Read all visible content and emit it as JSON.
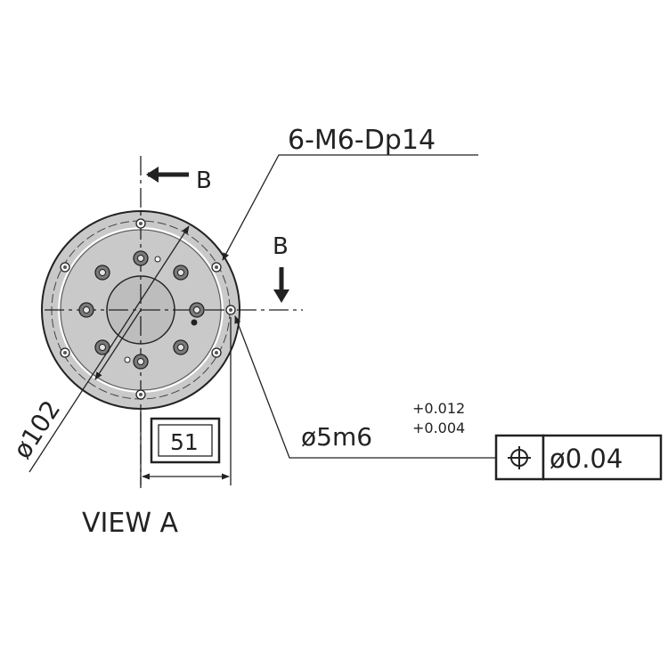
{
  "labels": {
    "thread_callout": "6-M6-Dp14",
    "section_marker_top": "B",
    "section_marker_right": "B",
    "diameter_outer": "ø102",
    "pin_diameter": "ø5m6",
    "tolerance_upper": "+0.012",
    "tolerance_lower": "+0.004",
    "basic_dimension": "51",
    "position_tolerance": "ø0.04",
    "view_title": "VIEW A"
  },
  "icons": {
    "position_symbol": "position-tolerance-icon"
  },
  "colors": {
    "line": "#222222",
    "flange_fill": "#c9c9c9",
    "hub_fill": "#bdbdbd",
    "hole_fill": "#7a7a7a",
    "background": "#ffffff"
  }
}
